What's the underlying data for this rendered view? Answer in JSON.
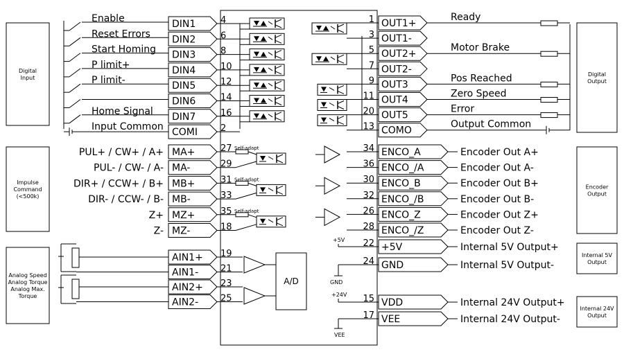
{
  "groups": {
    "digital_input": [
      "Digital",
      "Input"
    ],
    "impulse": [
      "Impulse",
      "Command",
      "(<500k)"
    ],
    "analog": [
      "Analog Speed",
      "Analog Torque",
      "Analog Max.",
      "Torque"
    ],
    "digital_output": [
      "Digital",
      "Output"
    ],
    "encoder_output": [
      "Encoder",
      "Output"
    ],
    "int5v": [
      "Internal 5V",
      "Output"
    ],
    "int24v": [
      "Internal 24V",
      "Output"
    ]
  },
  "digital_inputs": [
    {
      "label": "Enable",
      "terminal": "DIN1",
      "pin": "4"
    },
    {
      "label": "Reset Errors",
      "terminal": "DIN2",
      "pin": "6"
    },
    {
      "label": "Start Homing",
      "terminal": "DIN3",
      "pin": "8"
    },
    {
      "label": "P limit+",
      "terminal": "DIN4",
      "pin": "10"
    },
    {
      "label": "P limit-",
      "terminal": "DIN5",
      "pin": "12"
    },
    {
      "label": "",
      "terminal": "DIN6",
      "pin": "14"
    },
    {
      "label": "Home Signal",
      "terminal": "DIN7",
      "pin": "16"
    },
    {
      "label": "Input Common",
      "terminal": "COMI",
      "pin": "2"
    }
  ],
  "pulse_inputs": [
    {
      "label": "PUL+ / CW+ / A+",
      "terminal": "MA+",
      "pin": "27"
    },
    {
      "label": "PUL- / CW- / A-",
      "terminal": "MA-",
      "pin": "29"
    },
    {
      "label": "DIR+ / CCW+ / B+",
      "terminal": "MB+",
      "pin": "31"
    },
    {
      "label": "DIR- / CCW- / B-",
      "terminal": "MB-",
      "pin": "33"
    },
    {
      "label": "Z+",
      "terminal": "MZ+",
      "pin": "35"
    },
    {
      "label": "Z-",
      "terminal": "MZ-",
      "pin": "18"
    }
  ],
  "self_adapt": "Self-adapt",
  "analog_inputs": [
    {
      "terminal": "AIN1+",
      "pin": "19"
    },
    {
      "terminal": "AIN1-",
      "pin": "21"
    },
    {
      "terminal": "AIN2+",
      "pin": "23"
    },
    {
      "terminal": "AIN2-",
      "pin": "25"
    }
  ],
  "ad_label": "A/D",
  "digital_outputs": [
    {
      "label": "Ready",
      "terminal": "OUT1+",
      "pin": "1"
    },
    {
      "label": "",
      "terminal": "OUT1-",
      "pin": "3"
    },
    {
      "label": "Motor Brake",
      "terminal": "OUT2+",
      "pin": "5"
    },
    {
      "label": "",
      "terminal": "OUT2-",
      "pin": "7"
    },
    {
      "label": "Pos Reached",
      "terminal": "OUT3",
      "pin": "9"
    },
    {
      "label": "Zero Speed",
      "terminal": "OUT4",
      "pin": "11"
    },
    {
      "label": "Error",
      "terminal": "OUT5",
      "pin": "20"
    },
    {
      "label": "Output Common",
      "terminal": "COMO",
      "pin": "13"
    }
  ],
  "encoder_outputs": [
    {
      "label": "Encoder Out A+",
      "terminal": "ENCO_A",
      "pin": "34"
    },
    {
      "label": "Encoder Out A-",
      "terminal": "ENCO_/A",
      "pin": "36"
    },
    {
      "label": "Encoder Out B+",
      "terminal": "ENCO_B",
      "pin": "30"
    },
    {
      "label": "Encoder Out B-",
      "terminal": "ENCO_/B",
      "pin": "32"
    },
    {
      "label": "Encoder Out Z+",
      "terminal": "ENCO_Z",
      "pin": "26"
    },
    {
      "label": "Encoder Out Z-",
      "terminal": "ENCO_/Z",
      "pin": "28"
    }
  ],
  "power_outputs": [
    {
      "label": "Internal 5V Output+",
      "terminal": "+5V",
      "pin": "22"
    },
    {
      "label": "Internal 5V Output-",
      "terminal": "GND",
      "pin": "24"
    },
    {
      "label": "Internal 24V Output+",
      "terminal": "VDD",
      "pin": "15"
    },
    {
      "label": "Internal 24V Output-",
      "terminal": "VEE",
      "pin": "17"
    }
  ],
  "supply_labels": {
    "plus5v": "+5V",
    "gnd": "GND",
    "plus24v": "+24V",
    "vee": "VEE"
  }
}
